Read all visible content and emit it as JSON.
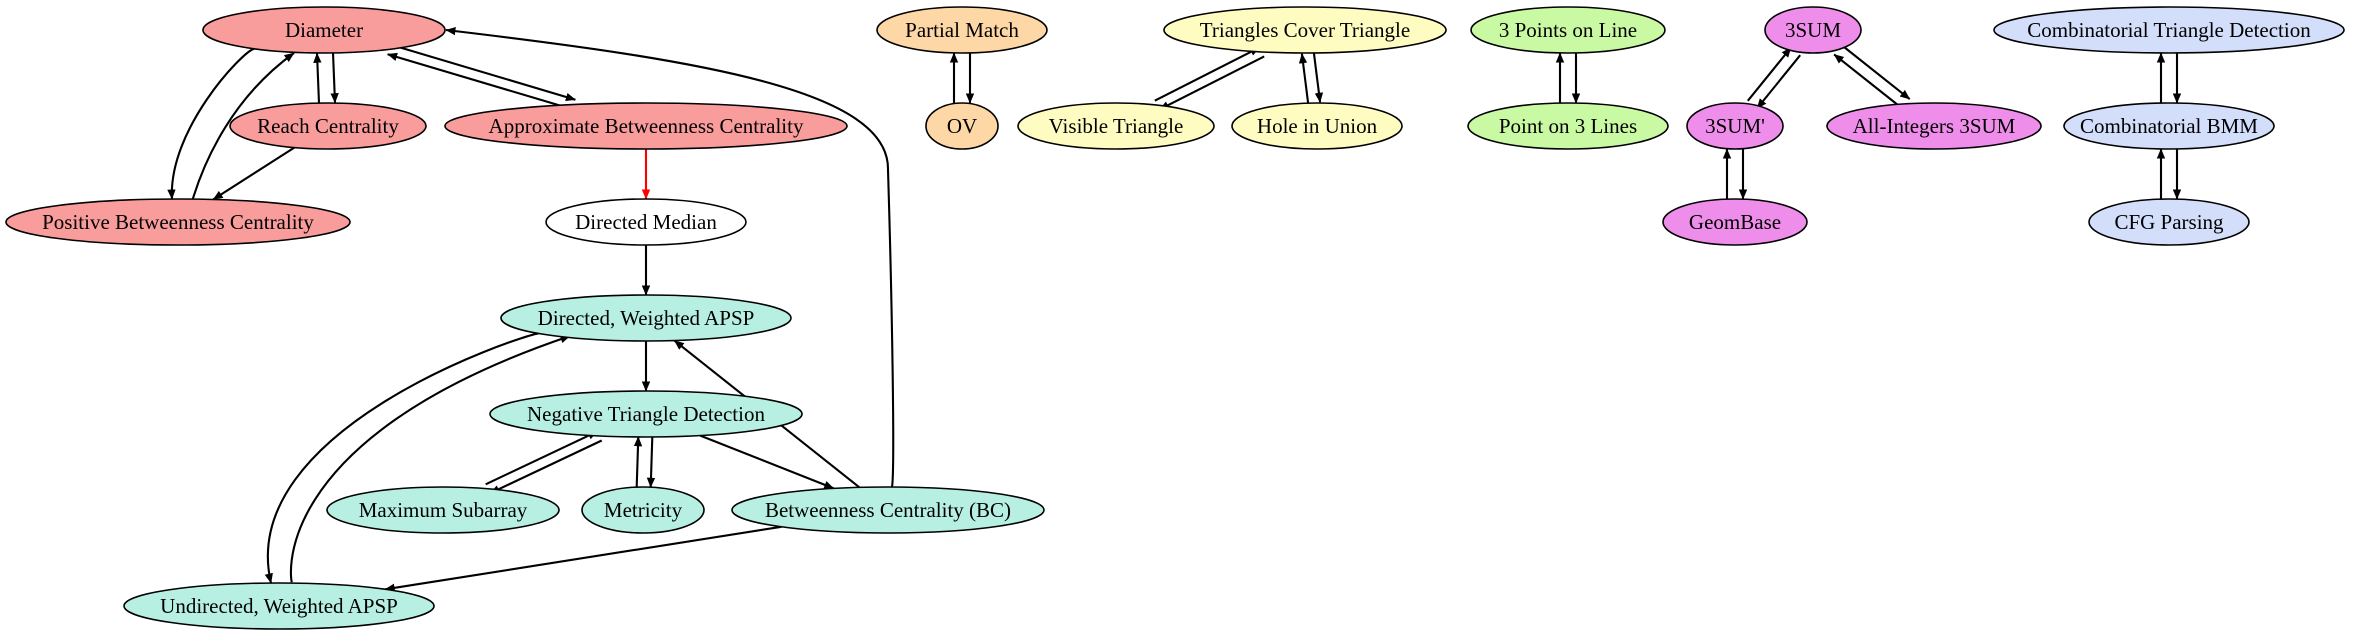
{
  "diagram": {
    "colors": {
      "red": "#f99c9c",
      "white": "#ffffff",
      "teal": "#b7f0e2",
      "orange": "#fed7a6",
      "yellow": "#fffcc2",
      "green": "#caf9a4",
      "magenta": "#ee8eea",
      "blue": "#d2defa",
      "edge_default": "#000000",
      "edge_highlight": "#ff0000"
    },
    "nodes": [
      {
        "id": "diameter",
        "label": "Diameter",
        "color": "red"
      },
      {
        "id": "reach",
        "label": "Reach Centrality",
        "color": "red"
      },
      {
        "id": "abc",
        "label": "Approximate Betweenness Centrality",
        "color": "red"
      },
      {
        "id": "pbc",
        "label": "Positive Betweenness Centrality",
        "color": "red"
      },
      {
        "id": "dmedian",
        "label": "Directed Median",
        "color": "white"
      },
      {
        "id": "dwapsp",
        "label": "Directed, Weighted APSP",
        "color": "teal"
      },
      {
        "id": "ntd",
        "label": "Negative Triangle Detection",
        "color": "teal"
      },
      {
        "id": "maxsub",
        "label": "Maximum Subarray",
        "color": "teal"
      },
      {
        "id": "metricity",
        "label": "Metricity",
        "color": "teal"
      },
      {
        "id": "bc",
        "label": "Betweenness Centrality (BC)",
        "color": "teal"
      },
      {
        "id": "uwapsp",
        "label": "Undirected, Weighted APSP",
        "color": "teal"
      },
      {
        "id": "pmatch",
        "label": "Partial Match",
        "color": "orange"
      },
      {
        "id": "ov",
        "label": "OV",
        "color": "orange"
      },
      {
        "id": "tct",
        "label": "Triangles Cover Triangle",
        "color": "yellow"
      },
      {
        "id": "vt",
        "label": "Visible Triangle",
        "color": "yellow"
      },
      {
        "id": "hiu",
        "label": "Hole in Union",
        "color": "yellow"
      },
      {
        "id": "p3l",
        "label": "3 Points on Line",
        "color": "green"
      },
      {
        "id": "po3l",
        "label": "Point on 3 Lines",
        "color": "green"
      },
      {
        "id": "sum3",
        "label": "3SUM",
        "color": "magenta"
      },
      {
        "id": "sum3p",
        "label": "3SUM'",
        "color": "magenta"
      },
      {
        "id": "aisum",
        "label": "All-Integers 3SUM",
        "color": "magenta"
      },
      {
        "id": "geombase",
        "label": "GeomBase",
        "color": "magenta"
      },
      {
        "id": "ctd",
        "label": "Combinatorial Triangle Detection",
        "color": "blue"
      },
      {
        "id": "cbmm",
        "label": "Combinatorial BMM",
        "color": "blue"
      },
      {
        "id": "cfg",
        "label": "CFG Parsing",
        "color": "blue"
      }
    ],
    "edges": [
      {
        "id": "diameter-reach",
        "from": "diameter",
        "to": "reach"
      },
      {
        "id": "reach-diameter",
        "from": "reach",
        "to": "diameter"
      },
      {
        "id": "diameter-abc",
        "from": "diameter",
        "to": "abc"
      },
      {
        "id": "abc-diameter",
        "from": "abc",
        "to": "diameter"
      },
      {
        "id": "diameter-pbc",
        "from": "diameter",
        "to": "pbc"
      },
      {
        "id": "pbc-diameter",
        "from": "pbc",
        "to": "diameter"
      },
      {
        "id": "reach-pbc",
        "from": "reach",
        "to": "pbc"
      },
      {
        "id": "abc-dmedian",
        "from": "abc",
        "to": "dmedian",
        "highlight": true
      },
      {
        "id": "dmedian-dwapsp",
        "from": "dmedian",
        "to": "dwapsp"
      },
      {
        "id": "dwapsp-ntd",
        "from": "dwapsp",
        "to": "ntd"
      },
      {
        "id": "dwapsp-uwapsp",
        "from": "dwapsp",
        "to": "uwapsp"
      },
      {
        "id": "uwapsp-dwapsp",
        "from": "uwapsp",
        "to": "dwapsp"
      },
      {
        "id": "ntd-maxsub",
        "from": "ntd",
        "to": "maxsub"
      },
      {
        "id": "maxsub-ntd",
        "from": "maxsub",
        "to": "ntd"
      },
      {
        "id": "ntd-metricity",
        "from": "ntd",
        "to": "metricity"
      },
      {
        "id": "metricity-ntd",
        "from": "metricity",
        "to": "ntd"
      },
      {
        "id": "ntd-bc",
        "from": "ntd",
        "to": "bc"
      },
      {
        "id": "bc-dwapsp",
        "from": "bc",
        "to": "dwapsp"
      },
      {
        "id": "bc-uwapsp",
        "from": "bc",
        "to": "uwapsp"
      },
      {
        "id": "bc-diameter",
        "from": "bc",
        "to": "diameter"
      },
      {
        "id": "pmatch-ov",
        "from": "pmatch",
        "to": "ov"
      },
      {
        "id": "ov-pmatch",
        "from": "ov",
        "to": "pmatch"
      },
      {
        "id": "tct-vt",
        "from": "tct",
        "to": "vt"
      },
      {
        "id": "vt-tct",
        "from": "vt",
        "to": "tct"
      },
      {
        "id": "tct-hiu",
        "from": "tct",
        "to": "hiu"
      },
      {
        "id": "hiu-tct",
        "from": "hiu",
        "to": "tct"
      },
      {
        "id": "p3l-po3l",
        "from": "p3l",
        "to": "po3l"
      },
      {
        "id": "po3l-p3l",
        "from": "po3l",
        "to": "p3l"
      },
      {
        "id": "sum3-sum3p",
        "from": "sum3",
        "to": "sum3p"
      },
      {
        "id": "sum3p-sum3",
        "from": "sum3p",
        "to": "sum3"
      },
      {
        "id": "sum3-aisum",
        "from": "sum3",
        "to": "aisum"
      },
      {
        "id": "aisum-sum3",
        "from": "aisum",
        "to": "sum3"
      },
      {
        "id": "sum3p-geombase",
        "from": "sum3p",
        "to": "geombase"
      },
      {
        "id": "geombase-sum3p",
        "from": "geombase",
        "to": "sum3p"
      },
      {
        "id": "ctd-cbmm",
        "from": "ctd",
        "to": "cbmm"
      },
      {
        "id": "cbmm-ctd",
        "from": "cbmm",
        "to": "ctd"
      },
      {
        "id": "cbmm-cfg",
        "from": "cbmm",
        "to": "cfg"
      },
      {
        "id": "cfg-cbmm",
        "from": "cfg",
        "to": "cbmm"
      }
    ]
  }
}
